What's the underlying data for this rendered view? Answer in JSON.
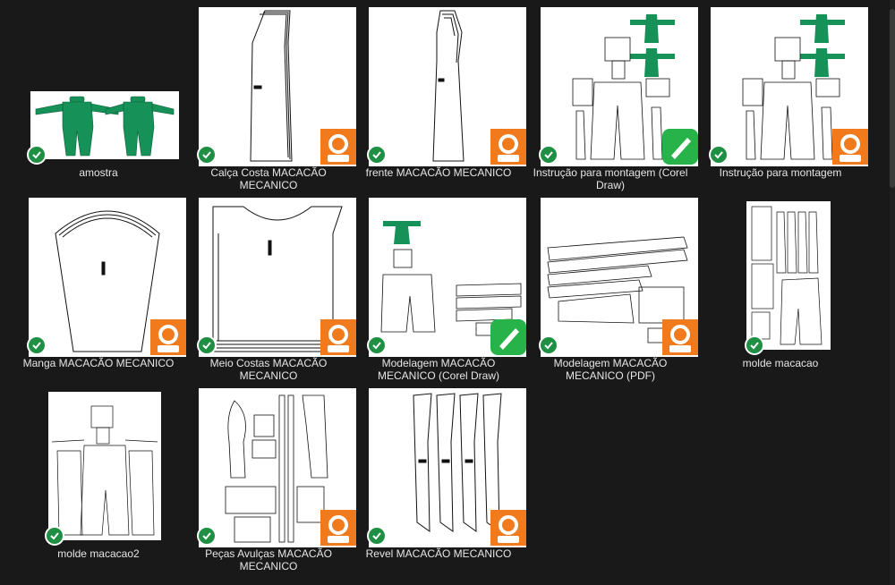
{
  "colors": {
    "background": "#191919",
    "check": "#1f8f44",
    "pdf_badge": "#f07a1c",
    "corel_badge": "#27b34a",
    "garment_green": "#169158"
  },
  "files": [
    {
      "label": "amostra",
      "badge": null,
      "thumb_icon": "green-coverall-photo"
    },
    {
      "label": "Calça Costa MACACÃO MECANICO",
      "badge": "PDF",
      "thumb_icon": "pattern-pants-back"
    },
    {
      "label": "frente MACACÃO MECANICO",
      "badge": "PDF",
      "thumb_icon": "pattern-front"
    },
    {
      "label": "Instrução para montagem (Corel Draw)",
      "badge": "corel",
      "thumb_icon": "assembly-instructions"
    },
    {
      "label": "Instrução para montagem",
      "badge": "PDF",
      "thumb_icon": "assembly-instructions"
    },
    {
      "label": "Manga MACACÃO MECANICO",
      "badge": "PDF",
      "thumb_icon": "pattern-sleeve"
    },
    {
      "label": "Meio Costas MACACÃO MECANICO",
      "badge": "PDF",
      "thumb_icon": "pattern-half-back"
    },
    {
      "label": "Modelagem MACACÃO MECANICO (Corel Draw)",
      "badge": "corel",
      "thumb_icon": "pattern-layout"
    },
    {
      "label": "Modelagem MACACÃO MECANICO (PDF)",
      "badge": "PDF",
      "thumb_icon": "pattern-layout"
    },
    {
      "label": "molde macacao",
      "badge": null,
      "thumb_icon": "pattern-sheet"
    },
    {
      "label": "molde macacao2",
      "badge": null,
      "thumb_icon": "pattern-sheet"
    },
    {
      "label": "Peças Avulças MACACÃO MECANICO",
      "badge": "PDF",
      "thumb_icon": "loose-pieces"
    },
    {
      "label": "Revel MACACÃO MECANICO",
      "badge": "PDF",
      "thumb_icon": "pattern-facings"
    }
  ]
}
